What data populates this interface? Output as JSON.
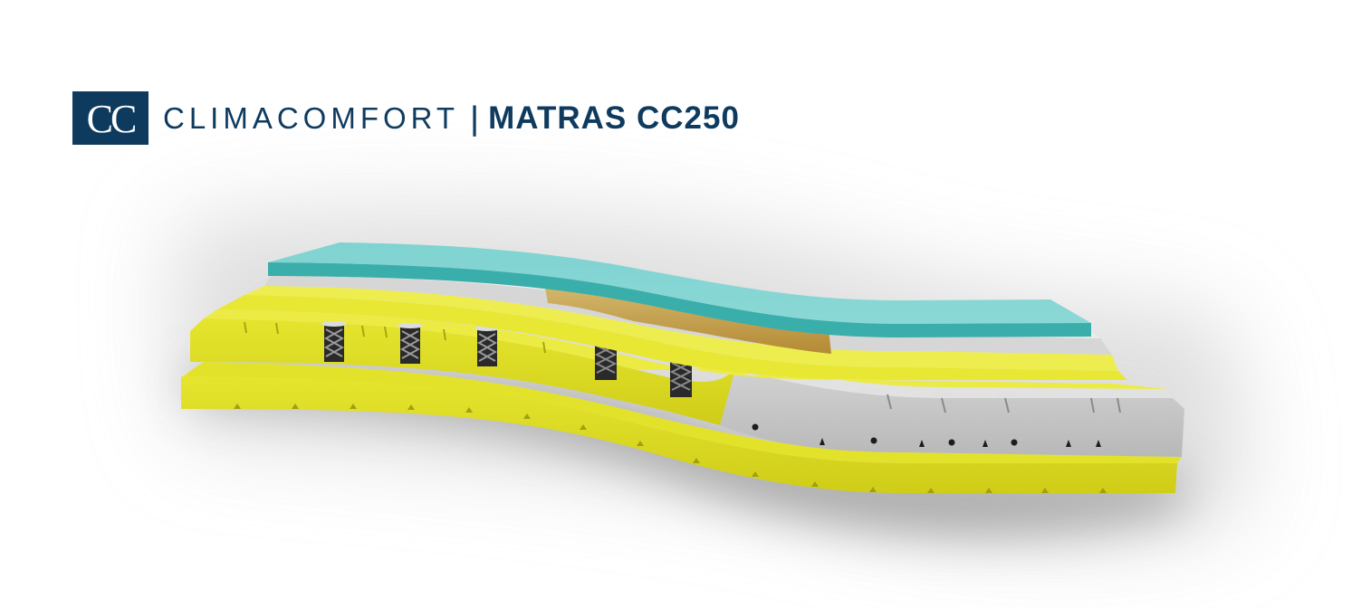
{
  "header": {
    "logo_text": "CC",
    "brand_name": "CLIMACOMFORT",
    "separator": "|",
    "product_name": "MATRAS CC250"
  },
  "image": {
    "subject": "Cross-section of mattress CC250 showing layered construction",
    "layers": [
      {
        "name": "top-comfort-layer",
        "color": "#3fb4b0"
      },
      {
        "name": "white-foam-layer",
        "color": "#d8d8d8"
      },
      {
        "name": "gel-zone-insert",
        "color": "#c9a14a"
      },
      {
        "name": "yellow-cover-foam",
        "color": "#e4e32c"
      },
      {
        "name": "pocket-spring-core",
        "color": "#d9d61e"
      },
      {
        "name": "grey-zoned-foam",
        "color": "#c4c4c4"
      },
      {
        "name": "yellow-base-foam",
        "color": "#d1d01a"
      }
    ]
  },
  "colors": {
    "brand_navy": "#0e3a5e",
    "teal": "#3fb4b0",
    "teal_top": "#8ad6d4",
    "yellow": "#e4e32c",
    "beige": "#c9a14a",
    "grey": "#c4c4c4",
    "background": "#ffffff"
  }
}
